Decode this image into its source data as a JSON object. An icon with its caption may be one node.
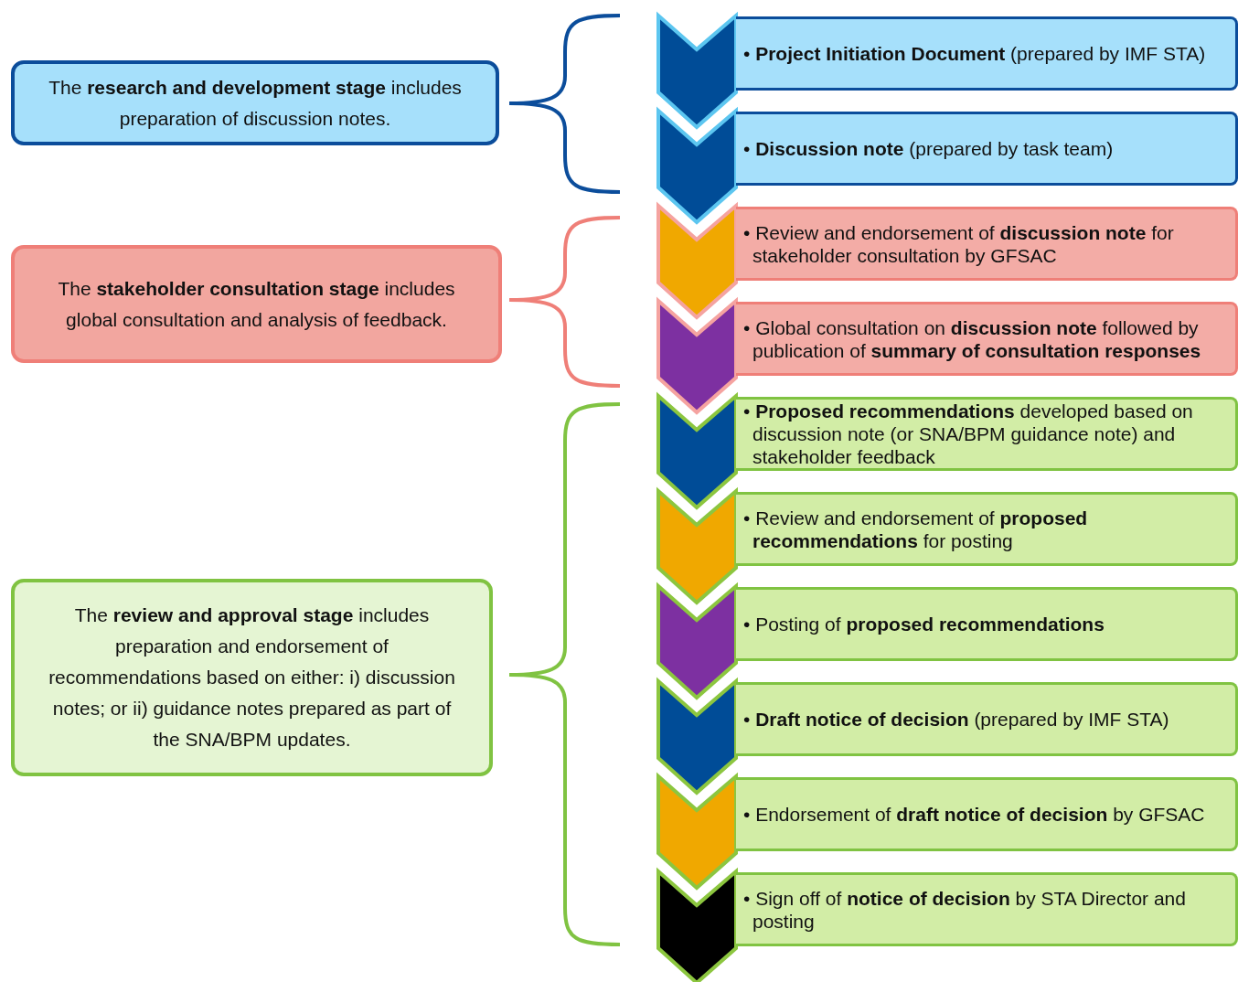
{
  "diagram": {
    "nodes": [
      {
        "text": [
          "The **research and development stage** includes preparation of discussion notes."
        ]
      },
      {
        "text": [
          "• **Project Initiation Document** (prepared by IMF STA)"
        ]
      },
      {
        "text": [
          "• **Discussion note** (prepared by task team)"
        ]
      },
      {
        "text": [
          "The **stakeholder consultation stage** includes global consultation and analysis of feedback."
        ]
      },
      {
        "text": [
          "• Review and endorsement of **discussion note** for stakeholder consultation by GFSAC"
        ]
      },
      {
        "text": [
          "• Global consultation on **discussion note** followed by publication of **summary of consultation responses**"
        ]
      },
      {
        "text": [
          "The **review and approval stage** includes preparation and endorsement of recommendations based on either: i) discussion notes; or ii) guidance notes prepared as part of the SNA/BPM updates."
        ]
      },
      {
        "text": [
          "• **Proposed recommendations** developed based on discussion note (or SNA/BPM guidance note) and stakeholder feedback"
        ]
      },
      {
        "text": [
          "• Review and endorsement of **proposed recommendations** for posting"
        ]
      },
      {
        "text": [
          "• Posting of **proposed recommendations**"
        ]
      },
      {
        "text": [
          "• **Draft notice of decision** (prepared by IMF STA)"
        ]
      },
      {
        "text": [
          "• Endorsement of **draft notice of decision** by GFSAC"
        ]
      },
      {
        "text": [
          "• Sign off of **notice of decision** by STA Director and posting"
        ]
      }
    ],
    "edges": []
  }
}
